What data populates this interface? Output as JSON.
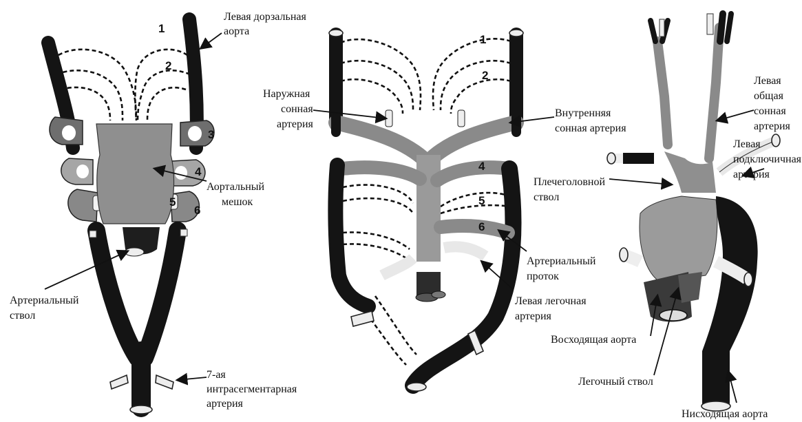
{
  "colors": {
    "vessel_dark": "#141414",
    "mid_gray": "#7a7a7a",
    "light_gray": "#9d9d9d",
    "pale": "#ececec",
    "dashed": "#111111"
  },
  "left": {
    "arch_numbers": [
      "1",
      "2",
      "3",
      "4",
      "5",
      "6"
    ],
    "label_left_dorsal_aorta": [
      "Левая дорзальная",
      "аорта"
    ],
    "label_aortic_sac": [
      "Аортальный",
      "мешок"
    ],
    "label_truncus": [
      "Артериальный",
      "ствол"
    ],
    "label_seventh": [
      "7-ая",
      "интрасегментарная",
      "артерия"
    ]
  },
  "middle": {
    "arch_numbers": [
      "1",
      "2",
      "4",
      "5",
      "6"
    ],
    "label_external_carotid": [
      "Наружная",
      "сонная",
      "артерия"
    ],
    "label_internal_carotid": [
      "Внутренняя",
      "сонная артерия"
    ],
    "label_ductus": [
      "Артериальный",
      "проток"
    ],
    "label_left_pulmonary": [
      "Левая легочная",
      "артерия"
    ]
  },
  "right": {
    "label_left_common_carotid": [
      "Левая",
      "общая",
      "сонная",
      "артерия"
    ],
    "label_left_subclavian": [
      "Левая",
      "подключичная",
      "артерия"
    ],
    "label_brachiocephalic": [
      "Плечеголовной",
      "ствол"
    ],
    "label_ascending_aorta": "Восходящая аорта",
    "label_pulmonary_trunk": "Легочный ствол",
    "label_descending_aorta": "Нисходящая аорта"
  }
}
